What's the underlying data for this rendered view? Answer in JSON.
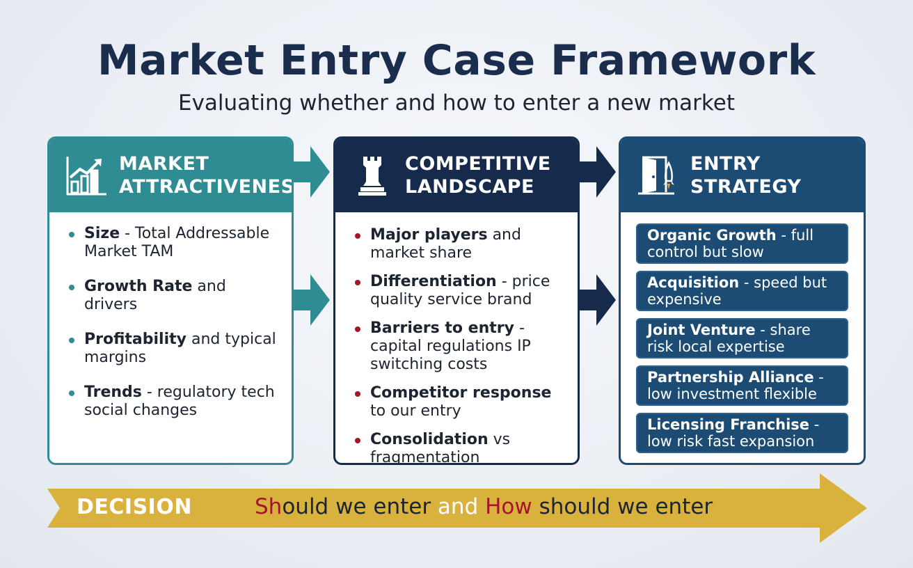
{
  "title": "Market Entry Case Framework",
  "subtitle": "Evaluating whether and how to enter a new market",
  "colors": {
    "teal": "#2f8c93",
    "navy": "#162a4c",
    "blue": "#1c4b74",
    "gold": "#d9b13d",
    "red": "#a4152b"
  },
  "panels": [
    {
      "title_line1": "MARKET",
      "title_line2": "ATTRACTIVENESS",
      "icon": "bar-chart-growth-icon",
      "items": [
        {
          "bold": "Size",
          "text": " - Total Addressable Market TAM"
        },
        {
          "bold": "Growth Rate",
          "text": " and drivers"
        },
        {
          "bold": "Profitability",
          "text": " and typical margins"
        },
        {
          "bold": "Trends",
          "text": " - regulatory  tech social changes"
        }
      ]
    },
    {
      "title_line1": "COMPETITIVE",
      "title_line2": "LANDSCAPE",
      "icon": "chess-rook-icon",
      "items": [
        {
          "bold": "Major players",
          "text": " and market share"
        },
        {
          "bold": "Differentiation",
          "text": " - price quality service brand"
        },
        {
          "bold": "Barriers to entry",
          "text": " - capital regulations IP switching costs"
        },
        {
          "bold": "Competitor response",
          "text": " to our entry"
        },
        {
          "bold": "Consolidation",
          "text": " vs fragmentation"
        }
      ]
    },
    {
      "title_line1": "ENTRY",
      "title_line2": "STRATEGY",
      "icon": "door-rocket-icon",
      "items": [
        {
          "bold": "Organic Growth",
          "text": " - full control but slow"
        },
        {
          "bold": "Acquisition",
          "text": " - speed but expensive"
        },
        {
          "bold": "Joint Venture",
          "text": " - share risk local expertise"
        },
        {
          "bold": "Partnership Alliance",
          "text": " - low investment flexible"
        },
        {
          "bold": "Licensing Franchise",
          "text": " - low risk fast expansion"
        }
      ]
    }
  ],
  "decision": {
    "label": "DECISION",
    "q_part1": "Sh",
    "q_part2": "ould we enter ",
    "q_part3": "and ",
    "q_part4": "How",
    "q_part5": " should we enter"
  }
}
